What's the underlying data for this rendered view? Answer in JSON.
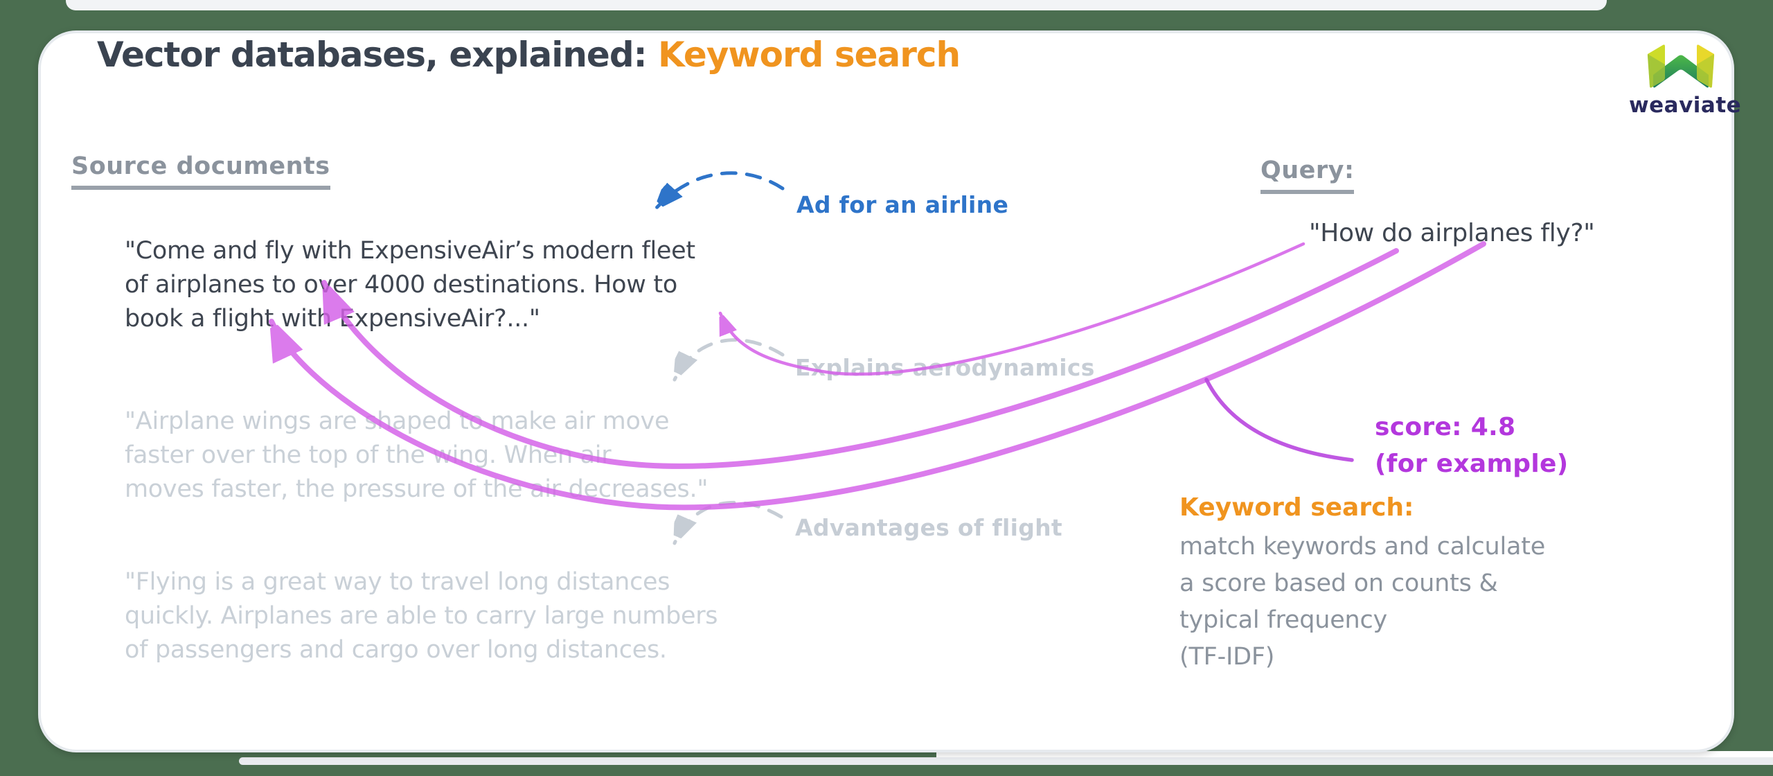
{
  "title": {
    "prefix": "Vector databases, explained: ",
    "highlight": "Keyword search"
  },
  "logo": {
    "text": "weaviate"
  },
  "source_documents": {
    "heading": "Source documents",
    "docs": [
      {
        "name": "airline-ad",
        "text": "\"Come and fly with ExpensiveAir’s modern fleet\nof airplanes to over 4000 destinations. How to\nbook a flight with ExpensiveAir?...\""
      },
      {
        "name": "aerodynamics",
        "text": "\"Airplane wings are shaped to make air move\nfaster over the top of the wing. When air\nmoves faster,  the pressure of the air decreases.\""
      },
      {
        "name": "advantages-of-flight",
        "text": "\"Flying is a great way to travel long distances\nquickly. Airplanes are able to carry large numbers\nof passengers and cargo over long distances."
      }
    ]
  },
  "annotations": {
    "ad": "Ad for an airline",
    "aerodynamics": "Explains aerodynamics",
    "advantages": "Advantages of flight"
  },
  "query": {
    "heading": "Query:",
    "text": "\"How do airplanes fly?\""
  },
  "score": {
    "text": "score: 4.8\n(for example)"
  },
  "explanation": {
    "heading": "Keyword search:",
    "body": "match keywords and calculate\na score based on counts &\ntypical frequency\n(TF-IDF)"
  },
  "colors": {
    "canvas_green": "#4b6e50",
    "text_dark": "#3e4550",
    "heading_gray": "#8b939d",
    "faded_gray": "#c9d0d7",
    "annotation_blue": "#2e74c9",
    "match_magenta": "#d45fe8",
    "score_purple": "#b337dd",
    "accent_orange": "#f0941f",
    "logo_navy": "#2a2a5e"
  }
}
